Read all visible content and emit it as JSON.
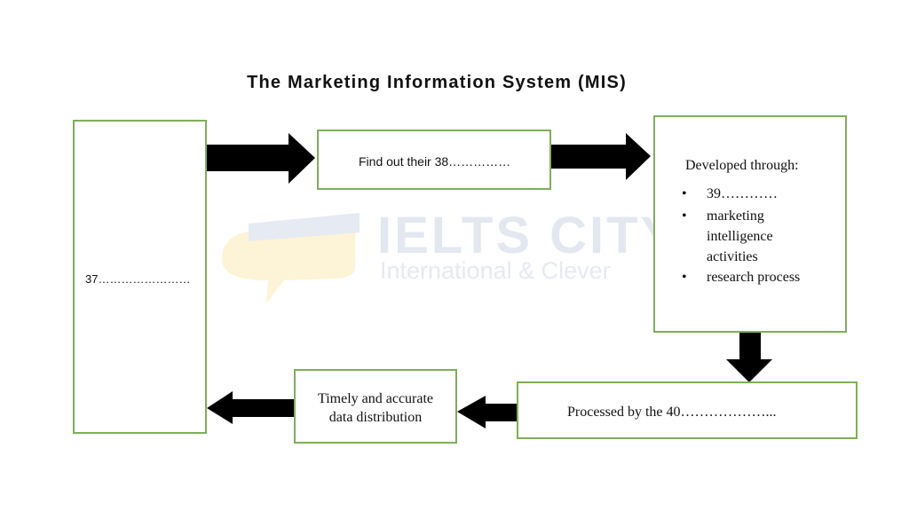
{
  "title": "The Marketing Information System (MIS)",
  "watermark": {
    "line1": "IELTS CITY",
    "line2": "International & Clever"
  },
  "boxes": {
    "q37": "37……………………",
    "q38": "Find out their 38……………",
    "developed": {
      "heading": "Developed through:",
      "items": [
        "39…………",
        "marketing intelligence activities",
        "research process"
      ]
    },
    "q40": "Processed by the 40………………...",
    "distribution": "Timely and accurate data distribution"
  }
}
